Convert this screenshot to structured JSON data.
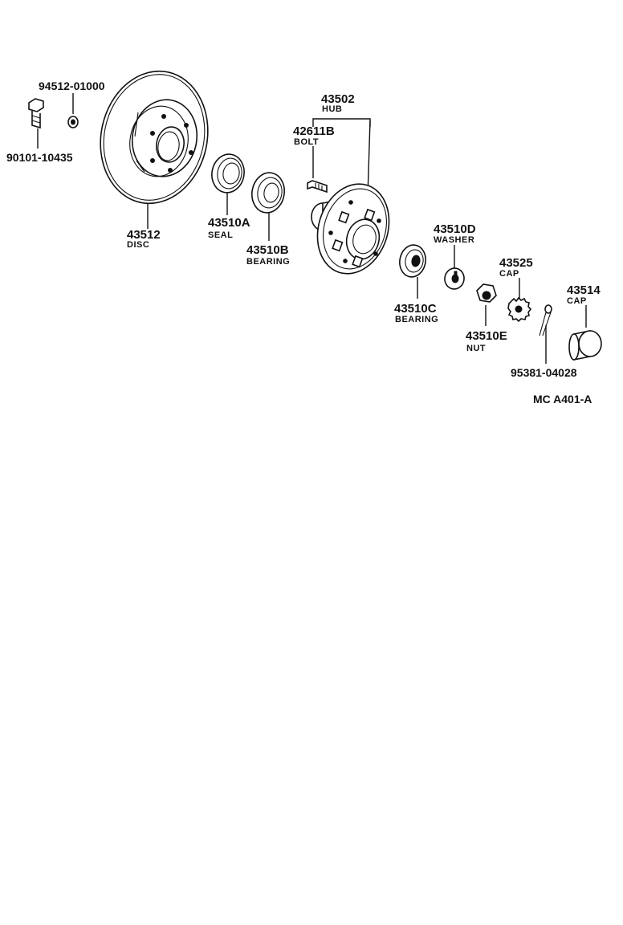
{
  "diagram_code": "MC A401-A",
  "parts": {
    "screw": {
      "number": "90101-10435",
      "name": ""
    },
    "washer_small": {
      "number": "94512-01000",
      "name": ""
    },
    "disc": {
      "number": "43512",
      "name": "DISC"
    },
    "seal": {
      "number": "43510A",
      "name": "SEAL"
    },
    "bearing_b": {
      "number": "43510B",
      "name": "BEARING"
    },
    "hub": {
      "number": "43502",
      "name": "HUB"
    },
    "bolt": {
      "number": "42611B",
      "name": "BOLT"
    },
    "bearing_c": {
      "number": "43510C",
      "name": "BEARING"
    },
    "washer": {
      "number": "43510D",
      "name": "WASHER"
    },
    "nut": {
      "number": "43510E",
      "name": "NUT"
    },
    "cap_lock": {
      "number": "43525",
      "name": "CAP"
    },
    "cotter_pin": {
      "number": "95381-04028",
      "name": ""
    },
    "cap_grease": {
      "number": "43514",
      "name": "CAP"
    }
  }
}
